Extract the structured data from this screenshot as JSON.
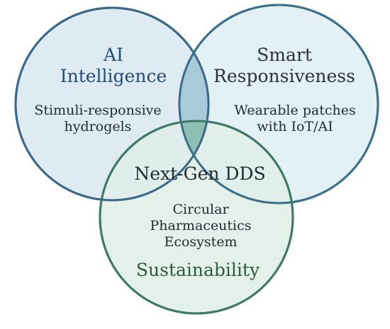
{
  "colors": {
    "ai_fill": "#d9e8f1",
    "ai_stroke": "#3b6789",
    "sr_fill": "#deedf2",
    "sr_stroke": "#3c6f8a",
    "sus_fill": "#dfeee8",
    "sus_stroke": "#3f7868",
    "overlap_ai_sr": "#a9cad8",
    "overlap_all": "#8fbfb4"
  },
  "circles": {
    "ai": {
      "heading_line1": "AI",
      "heading_line2": "Intelligence",
      "body_line1": "Stimuli-responsive",
      "body_line2": "hydrogels"
    },
    "smart": {
      "heading_line1": "Smart",
      "heading_line2": "Responsiveness",
      "body_line1": "Wearable patches",
      "body_line2": "with IoT/AI"
    },
    "sustainability": {
      "body_line1": "Circular",
      "body_line2": "Pharmaceutics",
      "body_line3": "Ecosystem",
      "heading": "Sustainability"
    }
  },
  "center_label": "Next-Gen DDS"
}
